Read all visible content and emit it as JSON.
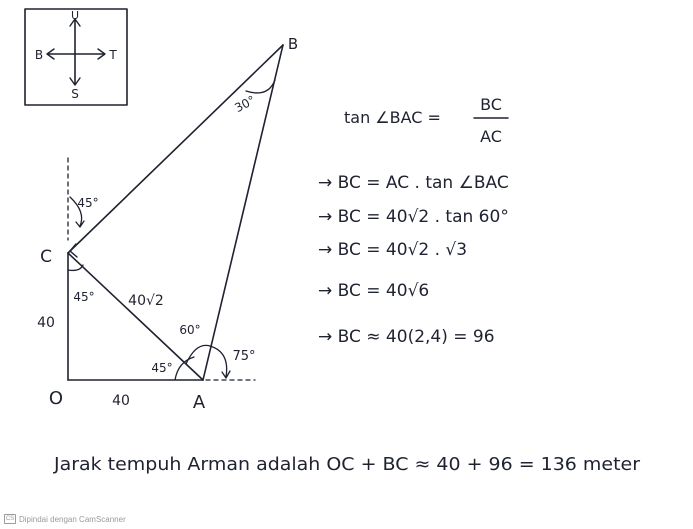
{
  "compass": {
    "north": "U",
    "west": "B",
    "east": "T",
    "south": "S"
  },
  "diagram": {
    "points": {
      "B": "B",
      "C": "C",
      "O": "O",
      "A": "A"
    },
    "angles": {
      "b": "30°",
      "c_top": "45°",
      "c_bottom": "45°",
      "a_left": "45°",
      "a_mid": "60°",
      "a_right": "75°"
    },
    "lengths": {
      "oc": "40",
      "oa": "40",
      "ca": "40√2"
    }
  },
  "calc": {
    "line0_lhs": "tan ∠BAC =",
    "line0_num": "BC",
    "line0_den": "AC",
    "line1": "→ BC = AC . tan ∠BAC",
    "line2": "→ BC = 40√2 . tan 60°",
    "line3": "→ BC = 40√2 . √3",
    "line4": "→ BC = 40√6",
    "line5": "→ BC ≈ 40(2,4) = 96"
  },
  "conclusion": "Jarak tempuh Arman adalah OC + BC ≈ 40 + 96 = 136 meter",
  "footer": {
    "logo": "CS",
    "text": "Dipindai dengan CamScanner"
  }
}
